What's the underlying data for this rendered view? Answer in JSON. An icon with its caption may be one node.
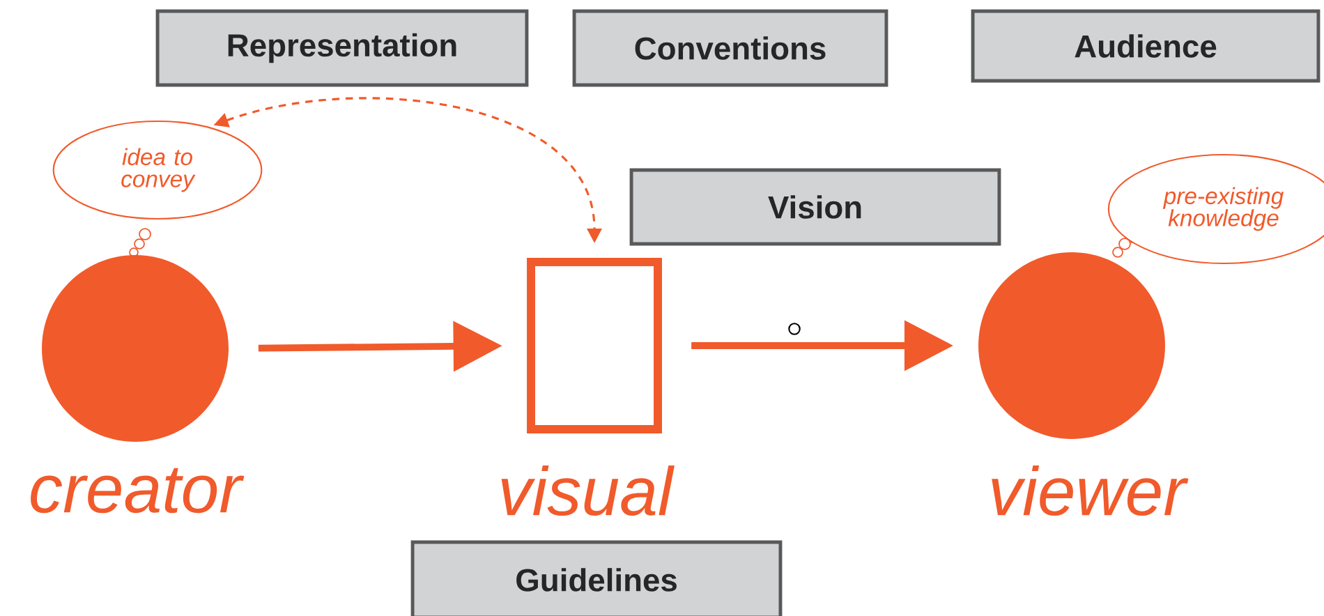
{
  "diagram": {
    "nodes": [
      {
        "text": [
          "Representation"
        ]
      },
      {
        "text": [
          "Conventions"
        ]
      },
      {
        "text": [
          "Audience"
        ]
      },
      {
        "text": [
          "idea to convey"
        ]
      },
      {
        "text": [
          "Vision"
        ]
      },
      {
        "text": [
          "pre-existing knowledge"
        ]
      },
      {
        "text": [
          "creator"
        ]
      },
      {
        "text": [
          "visual"
        ]
      },
      {
        "text": [
          "viewer"
        ]
      },
      {
        "text": [
          "Guidelines"
        ]
      }
    ],
    "edges": [
      {
        "from": 3,
        "to": 7,
        "arrow": "both",
        "style": "dashed"
      },
      {
        "from": 6,
        "to": 7,
        "arrow": "to"
      },
      {
        "from": 7,
        "to": 8,
        "arrow": "to"
      }
    ]
  }
}
